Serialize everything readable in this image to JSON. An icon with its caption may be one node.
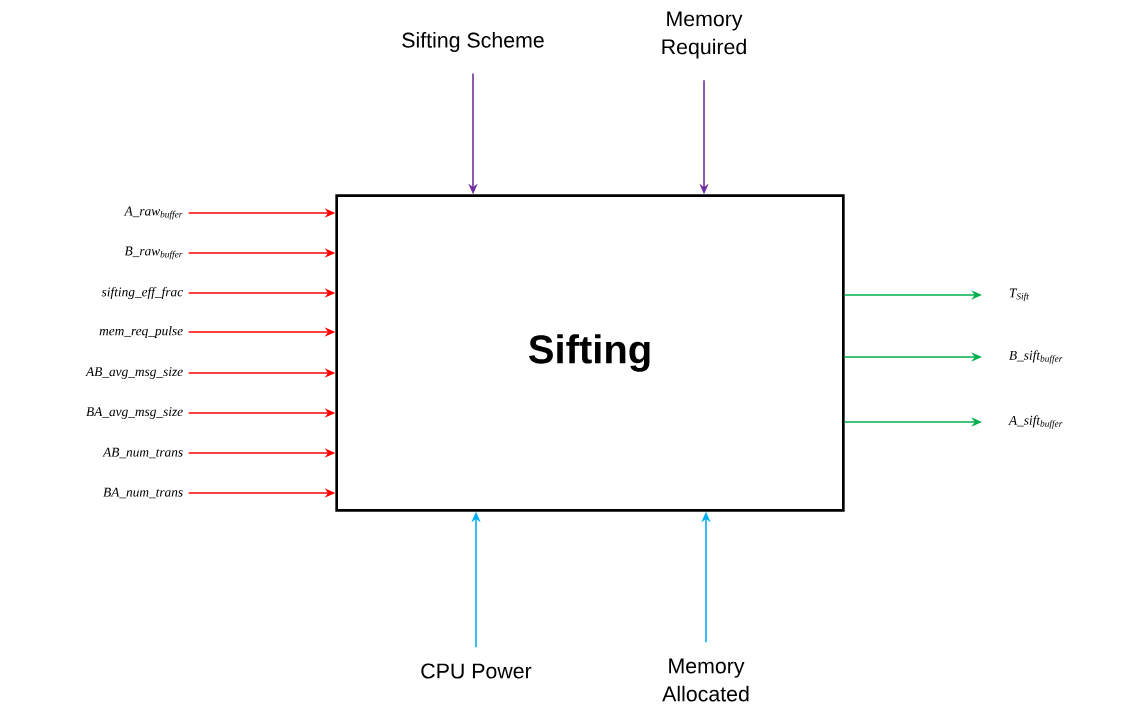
{
  "diagram": {
    "nodes": [
      {
        "text": [
          "Sifting"
        ]
      },
      {
        "text": [
          "Sifting Scheme"
        ]
      },
      {
        "text": [
          "Memory Required"
        ]
      },
      {
        "text": [
          "A_raw$_{buffer}$"
        ]
      },
      {
        "text": [
          "B_raw$_{buffer}$"
        ]
      },
      {
        "text": [
          "sifting_eff_frac"
        ]
      },
      {
        "text": [
          "mem_req_pulse"
        ]
      },
      {
        "text": [
          "AB_avg_msg_size"
        ]
      },
      {
        "text": [
          "BA_avg_msg_size"
        ]
      },
      {
        "text": [
          "AB_num_trans"
        ]
      },
      {
        "text": [
          "BA_num_trans"
        ]
      },
      {
        "text": [
          "T$_{Sift}$"
        ]
      },
      {
        "text": [
          "B_sift$_{buffer}$"
        ]
      },
      {
        "text": [
          "A_sift$_{buffer}$"
        ]
      },
      {
        "text": [
          "CPU Power"
        ]
      },
      {
        "text": [
          "Memory Allocated"
        ]
      }
    ],
    "edges": [
      {
        "from": 1,
        "to": 0,
        "arrow": "to",
        "color": "#7030a0"
      },
      {
        "from": 2,
        "to": 0,
        "arrow": "to",
        "color": "#7030a0"
      },
      {
        "from": 3,
        "to": 0,
        "arrow": "to"
      },
      {
        "from": 4,
        "to": 0,
        "arrow": "to"
      },
      {
        "from": 5,
        "to": 0,
        "arrow": "to"
      },
      {
        "from": 6,
        "to": 0,
        "arrow": "to"
      },
      {
        "from": 7,
        "to": 0,
        "arrow": "to"
      },
      {
        "from": 8,
        "to": 0,
        "arrow": "to"
      },
      {
        "from": 9,
        "to": 0,
        "arrow": "to"
      },
      {
        "from": 10,
        "to": 0,
        "arrow": "to"
      },
      {
        "from": 0,
        "to": 11,
        "arrow": "to",
        "color": "#00b050"
      },
      {
        "from": 0,
        "to": 12,
        "arrow": "to",
        "color": "#00b050"
      },
      {
        "from": 0,
        "to": 13,
        "arrow": "to",
        "color": "#00b050"
      },
      {
        "from": 14,
        "to": 0,
        "arrow": "to",
        "color": "#00b0f0"
      },
      {
        "from": 15,
        "to": 0,
        "arrow": "to",
        "color": "#00b0f0"
      }
    ]
  }
}
